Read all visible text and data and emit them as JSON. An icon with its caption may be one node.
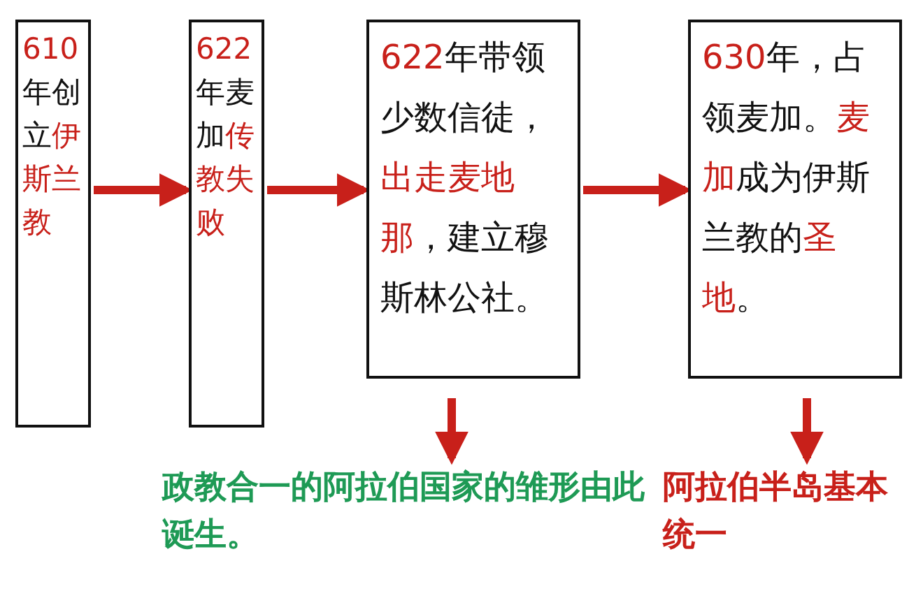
{
  "diagram": {
    "nodes": [
      {
        "text": [
          "610",
          "年创立",
          "伊斯兰教"
        ]
      },
      {
        "text": [
          "622",
          "年麦加",
          "传教失败"
        ]
      },
      {
        "text": [
          "622",
          "年带领少数信徒，",
          "出走麦地那",
          "，建立穆斯林公社。"
        ]
      },
      {
        "text": [
          "630",
          "年，占领麦加。",
          "麦加",
          "成为伊斯兰教的",
          "圣地",
          "。"
        ]
      },
      {
        "text": [
          "政教合一的阿拉伯国家的雏形由此诞生。"
        ]
      },
      {
        "text": [
          "阿拉伯半岛基本统一"
        ]
      }
    ],
    "edges": [
      {
        "from": 0,
        "to": 1,
        "arrow": "to"
      },
      {
        "from": 1,
        "to": 2,
        "arrow": "to"
      },
      {
        "from": 2,
        "to": 3,
        "arrow": "to"
      },
      {
        "from": 2,
        "to": 4,
        "arrow": "to"
      },
      {
        "from": 3,
        "to": 5,
        "arrow": "to"
      }
    ]
  }
}
